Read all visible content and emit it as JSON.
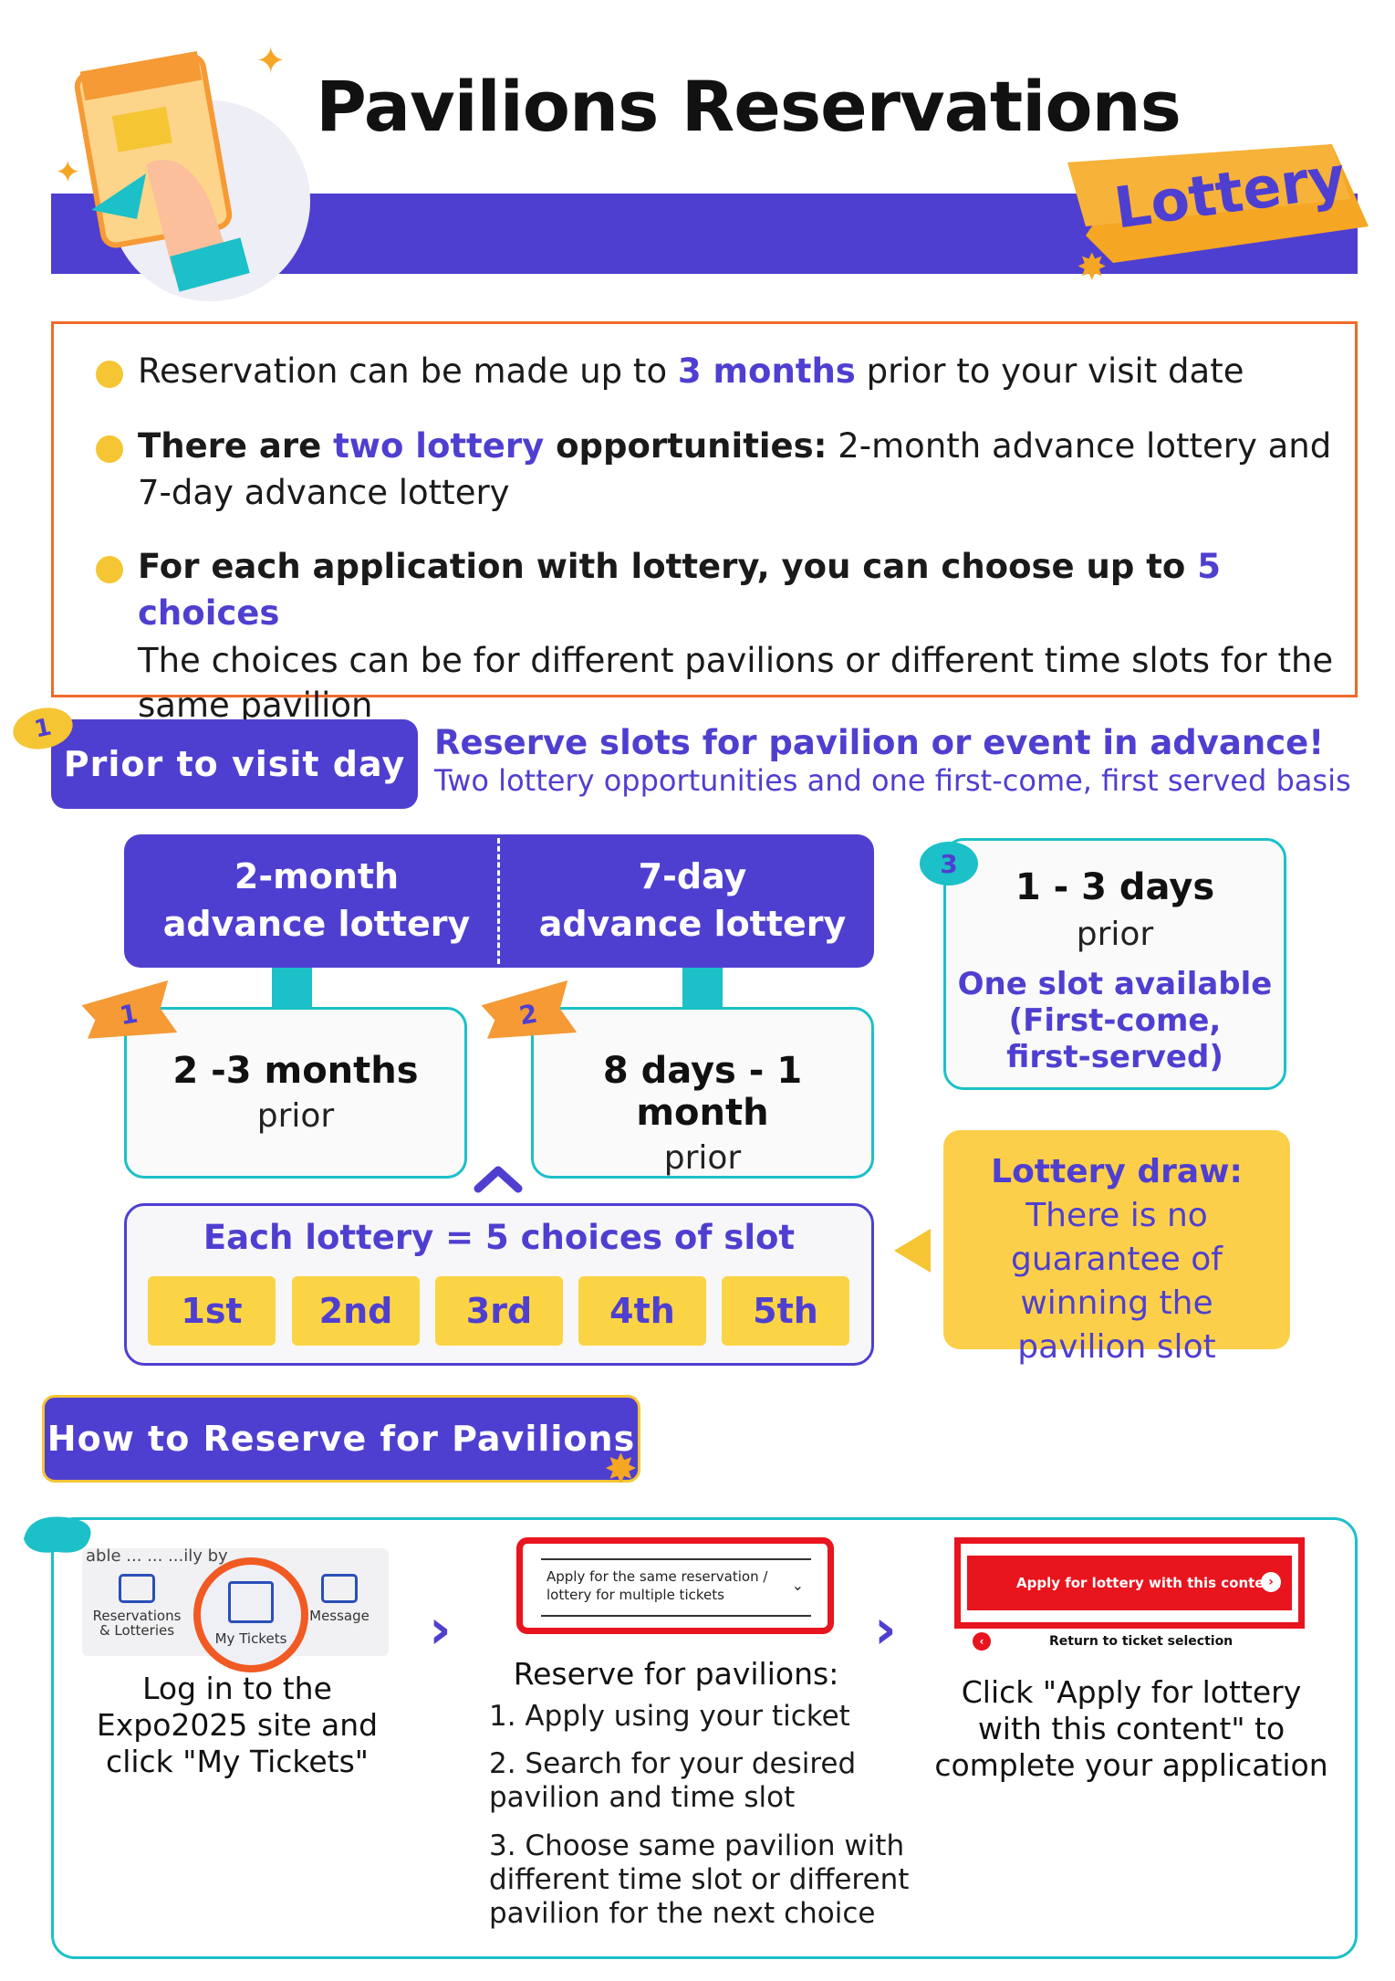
{
  "header": {
    "title": "Pavilions Reservations",
    "ribbon_label": "Lottery"
  },
  "rules": [
    {
      "pre": "Reservation can be made up to ",
      "highlight": "3 months",
      "post": " prior to your visit date",
      "sub": ""
    },
    {
      "pre": "There are ",
      "highlight": "two lottery",
      "post": " opportunities:",
      "sub": " 2-month advance lottery and 7-day advance lottery"
    },
    {
      "pre": "For each application with lottery, you can choose up to ",
      "highlight": "5 choices",
      "post": "",
      "sub": "The choices can be for different pavilions or different time slots for the same pavilion"
    }
  ],
  "prior_section": {
    "tag": "1",
    "label": "Prior to visit day",
    "headline": "Reserve slots for pavilion or event in advance!",
    "subline": "Two lottery opportunities and one first-come, first served basis"
  },
  "lotteries": {
    "two_month_line1": "2-month",
    "two_month_line2": "advance lottery",
    "seven_day_line1": "7-day",
    "seven_day_line2": "advance lottery"
  },
  "periods": [
    {
      "tag": "1",
      "main": "2 -3 months",
      "prior": "prior"
    },
    {
      "tag": "2",
      "main": "8 days - 1 month",
      "prior": "prior"
    },
    {
      "tag": "3",
      "main": "1 - 3 days",
      "prior": "prior",
      "note_line1": "One slot available",
      "note_line2": "(First-come,",
      "note_line3": "first-served)"
    }
  ],
  "choices": {
    "title": "Each lottery = 5 choices of slot",
    "items": [
      "1st",
      "2nd",
      "3rd",
      "4th",
      "5th"
    ]
  },
  "draw_note": {
    "bold": "Lottery draw:",
    "text": " There is no guarantee of winning the pavilion slot"
  },
  "howto": {
    "label": "How to Reserve for Pavilions",
    "step1": {
      "partial_text": "able ... ... ...ily by",
      "icons": [
        "Reservations & Lotteries",
        "My Tickets",
        "Message"
      ],
      "caption": "Log in to the Expo2025 site and click \"My Tickets\""
    },
    "step2": {
      "dropdown_line1": "Apply for the same reservation /",
      "dropdown_line2": "lottery for multiple tickets",
      "title": "Reserve for pavilions:",
      "items": [
        "1. Apply using your ticket",
        "2. Search for your desired pavilion and time slot",
        "3. Choose same pavilion with different time slot or different pavilion for the next choice"
      ]
    },
    "step3": {
      "button_label": "Apply for lottery with this content",
      "return_label": "Return to ticket selection",
      "caption": "Click \"Apply for lottery with this content\" to complete your application"
    }
  },
  "colors": {
    "brand_purple": "#4f3fd0",
    "accent_orange": "#ef6a2b",
    "accent_yellow": "#f5c533",
    "accent_teal": "#1cc0c8",
    "alert_red": "#e8141e"
  }
}
